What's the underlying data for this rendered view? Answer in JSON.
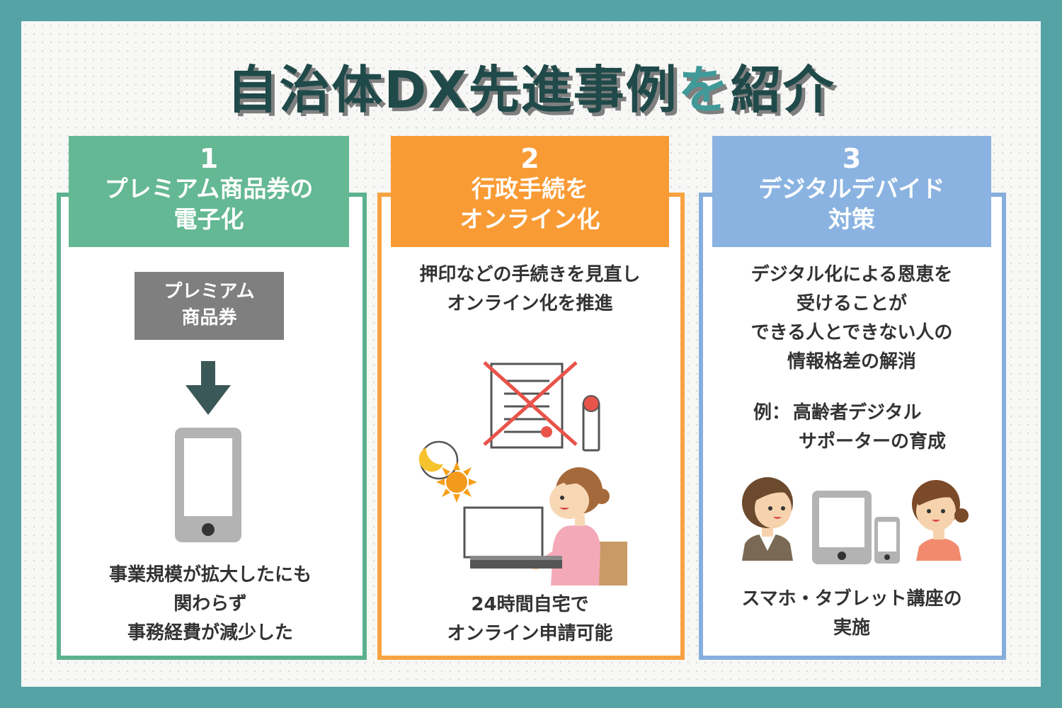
{
  "title": {
    "main": "自治体DX先進事例",
    "accent": "を",
    "tail": "紹介"
  },
  "cards": [
    {
      "number": "1",
      "title_line1": "プレミアム商品券の",
      "title_line2": "電子化",
      "tag_line1": "プレミアム",
      "tag_line2": "商品券",
      "caption": [
        "事業規模が拡大したにも",
        "関わらず",
        "事務経費が減少した"
      ],
      "color": "#64b893"
    },
    {
      "number": "2",
      "title_line1": "行政手続を",
      "title_line2": "オンライン化",
      "desc": [
        "押印などの手続きを見直し",
        "オンライン化を推進"
      ],
      "caption": [
        "24時間自宅で",
        "オンライン申請可能"
      ],
      "color": "#f99b35"
    },
    {
      "number": "3",
      "title_line1": "デジタルデバイド",
      "title_line2": "対策",
      "desc": [
        "デジタル化による恩恵を",
        "受けることが",
        "できる人とできない人の",
        "情報格差の解消"
      ],
      "example_label": "例：",
      "example": [
        "高齢者デジタル",
        "サポーターの育成"
      ],
      "caption": [
        "スマホ・タブレット講座の",
        "実施"
      ],
      "color": "#8ab3e1"
    }
  ],
  "icons": [
    "down-arrow-icon",
    "smartphone-icon",
    "crossed-document-icon",
    "stamp-icon",
    "moon-icon",
    "sun-icon",
    "woman-at-laptop-illustration",
    "woman-avatar-icon",
    "tablet-icon",
    "elderly-woman-avatar-icon"
  ]
}
